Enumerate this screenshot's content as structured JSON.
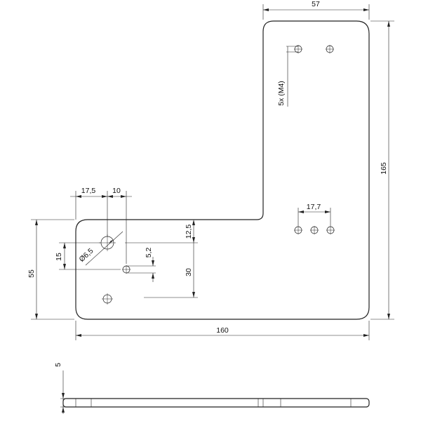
{
  "drawing": {
    "dimensions": {
      "d57": "57",
      "d165": "165",
      "d160": "160",
      "d55": "55",
      "d17_5": "17,5",
      "d10": "10",
      "d15": "15",
      "d6_5": "Ø6,5",
      "d5_2": "5,2",
      "d12_5": "12,5",
      "d30": "30",
      "d17_7": "17,7",
      "d5x_m4": "5x (M4)",
      "d5": "5"
    }
  }
}
